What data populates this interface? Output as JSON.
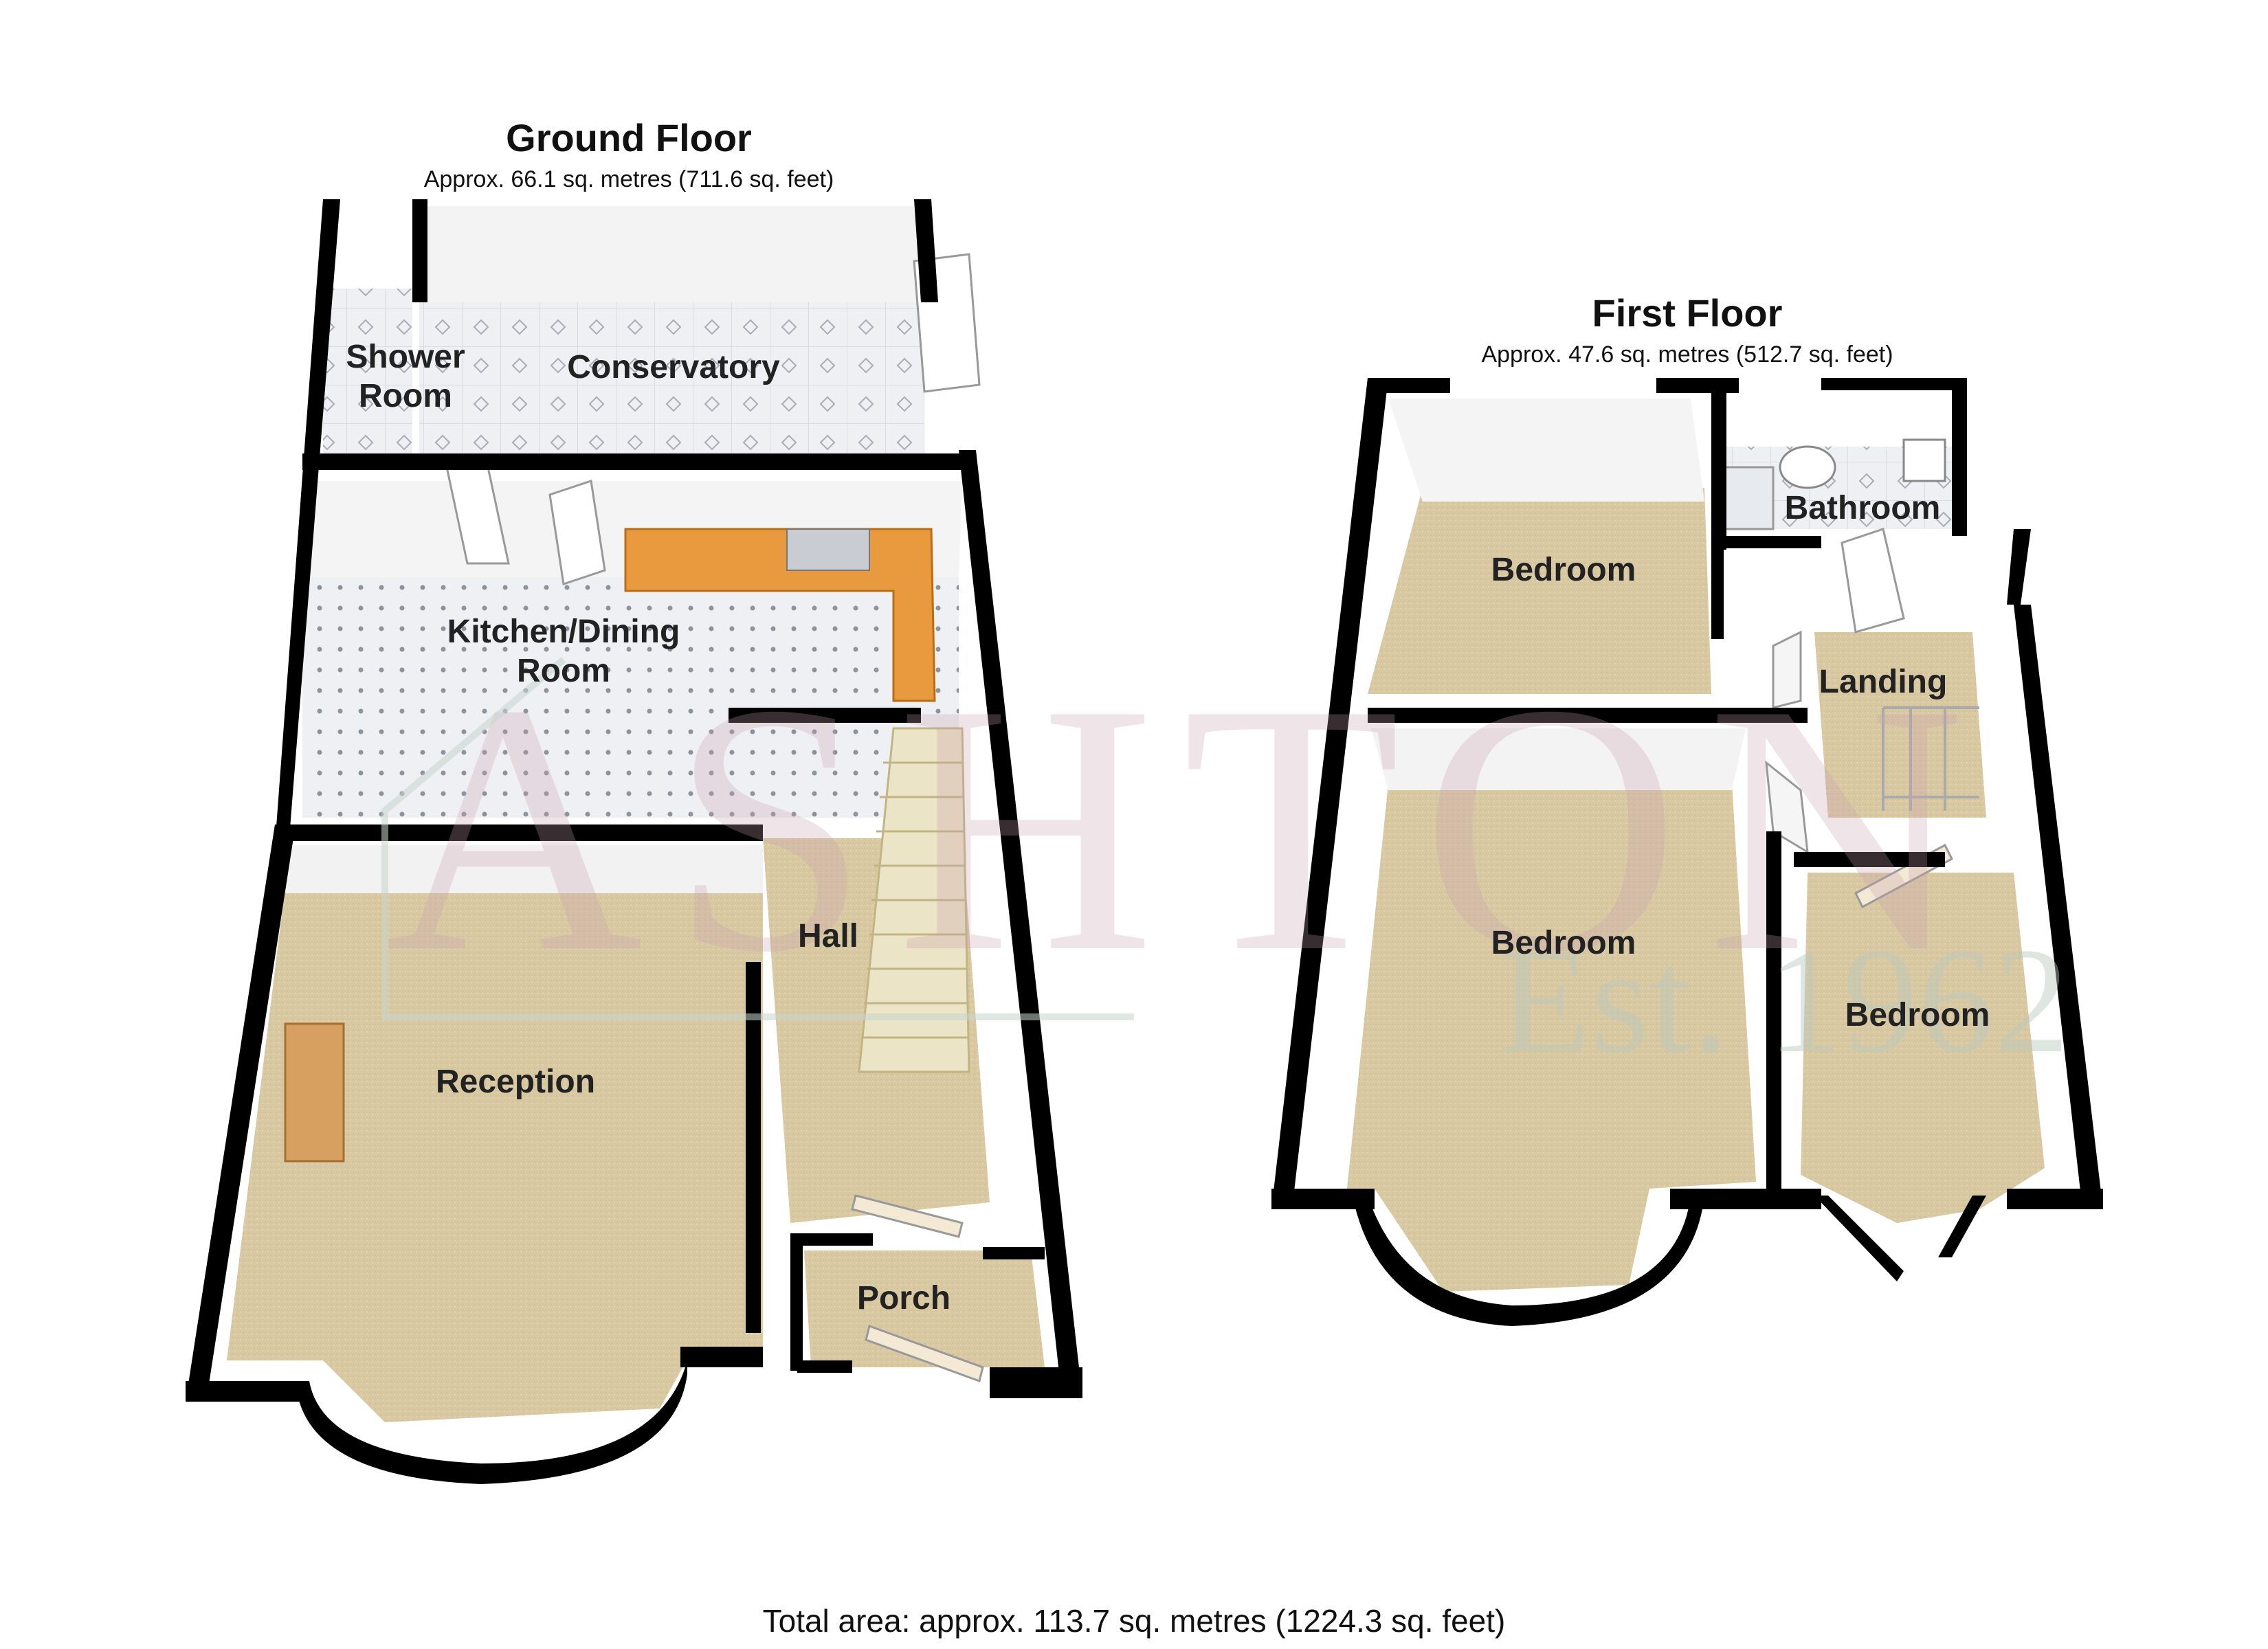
{
  "ground_floor": {
    "title": "Ground Floor",
    "area": "Approx. 66.1 sq. metres (711.6 sq. feet)",
    "rooms": {
      "shower_room_line1": "Shower",
      "shower_room_line2": "Room",
      "conservatory": "Conservatory",
      "kitchen_line1": "Kitchen/Dining",
      "kitchen_line2": "Room",
      "hall": "Hall",
      "reception": "Reception",
      "porch": "Porch"
    }
  },
  "first_floor": {
    "title": "First Floor",
    "area": "Approx. 47.6 sq. metres (512.7 sq. feet)",
    "rooms": {
      "bathroom": "Bathroom",
      "bedroom_rear": "Bedroom",
      "landing": "Landing",
      "bedroom_front": "Bedroom",
      "bedroom_small": "Bedroom"
    }
  },
  "total_area": "Total area: approx. 113.7 sq. metres (1224.3 sq. feet)",
  "watermark": {
    "brand": "ASHTON",
    "established": "Est. 1962"
  },
  "colors": {
    "wall": "#000000",
    "carpet": "#d7c7a0",
    "tile": "#ecedf0",
    "worktop": "#e99a3e",
    "wall_face": "#f3f3f3"
  }
}
